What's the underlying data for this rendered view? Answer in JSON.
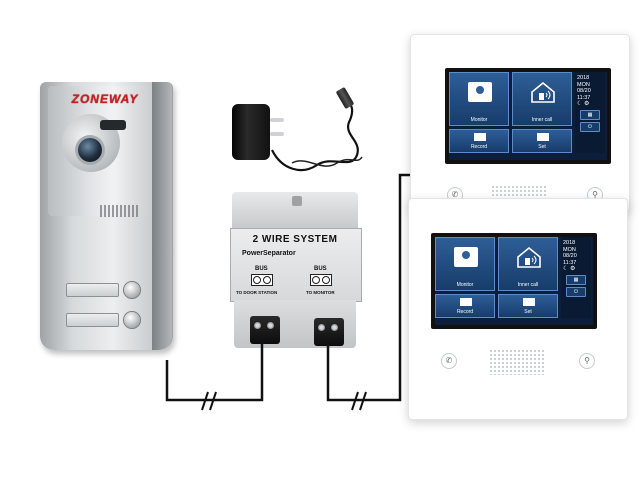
{
  "door_station": {
    "brand": "ZONEWAY"
  },
  "power_separator": {
    "title": "2 WIRE SYSTEM",
    "subtitle": "PowerSeparator",
    "bus_left": "BUS",
    "bus_right": "BUS",
    "dest_left": "TO DOOR STATION",
    "dest_right": "TO MONITOR"
  },
  "monitors": [
    {
      "tiles": {
        "monitor": "Monitor",
        "inner_call": "Inner call",
        "record": "Record",
        "set": "Set"
      },
      "clock": {
        "year": "2018",
        "day": "MON",
        "date": "08/20",
        "time": "11:37"
      }
    },
    {
      "tiles": {
        "monitor": "Monitor",
        "inner_call": "Inner call",
        "record": "Record",
        "set": "Set"
      },
      "clock": {
        "year": "2018",
        "day": "MON",
        "date": "08/20",
        "time": "11:37"
      }
    }
  ],
  "colors": {
    "wire": "#111111",
    "brand_red": "#d11d1d",
    "screen_bg": "#0c1e3b",
    "tile_blue": "#2e5e97"
  }
}
